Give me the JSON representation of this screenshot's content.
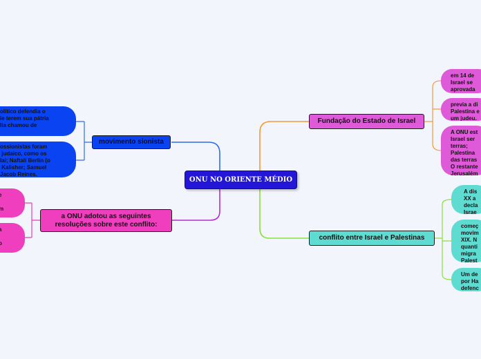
{
  "central": {
    "title": "ONU NO ORIENTE MÉDIO"
  },
  "branches": {
    "sionista": {
      "label": "movimento sionista",
      "color": "#0a43f2",
      "children": [
        {
          "text": "olítico defendia o\nie terem sua pátria\nlia chamou de"
        },
        {
          "text": "ossionistas foram\n judaico, como os\nlai; Naftali Berlin (o\n Kalisher; Samuel\nJacob Reines."
        }
      ]
    },
    "onu": {
      "label": "a ONU adotou as seguintes resoluções sobre este conflito:",
      "color": "#ef3fbe",
      "children": [
        {
          "text": "e\n\nm"
        },
        {
          "text": "a\n\no"
        }
      ]
    },
    "fundacao": {
      "label": "Fundação do Estado de Israel",
      "color": "#df5ad9",
      "children": [
        {
          "text": "em 14 de\nIsrael se\naprovada"
        },
        {
          "text": "previa a di\nPalestina e\num judeu."
        },
        {
          "text": "A ONU est\nIsrael ser\nterras;\nPalestina\ndas terras\nO restante\nJerusalém"
        }
      ]
    },
    "conflito": {
      "label": "conflito entre Israel e Palestinas",
      "color": "#5fdcd1",
      "children": [
        {
          "text": "A dis\nXX a\ndecla\nIsrae"
        },
        {
          "text": "começ\nmovim\nXIX. N\nquanti\nmigra\nPalest"
        },
        {
          "text": "Um de\npor Ha\ndefenc"
        }
      ]
    }
  }
}
